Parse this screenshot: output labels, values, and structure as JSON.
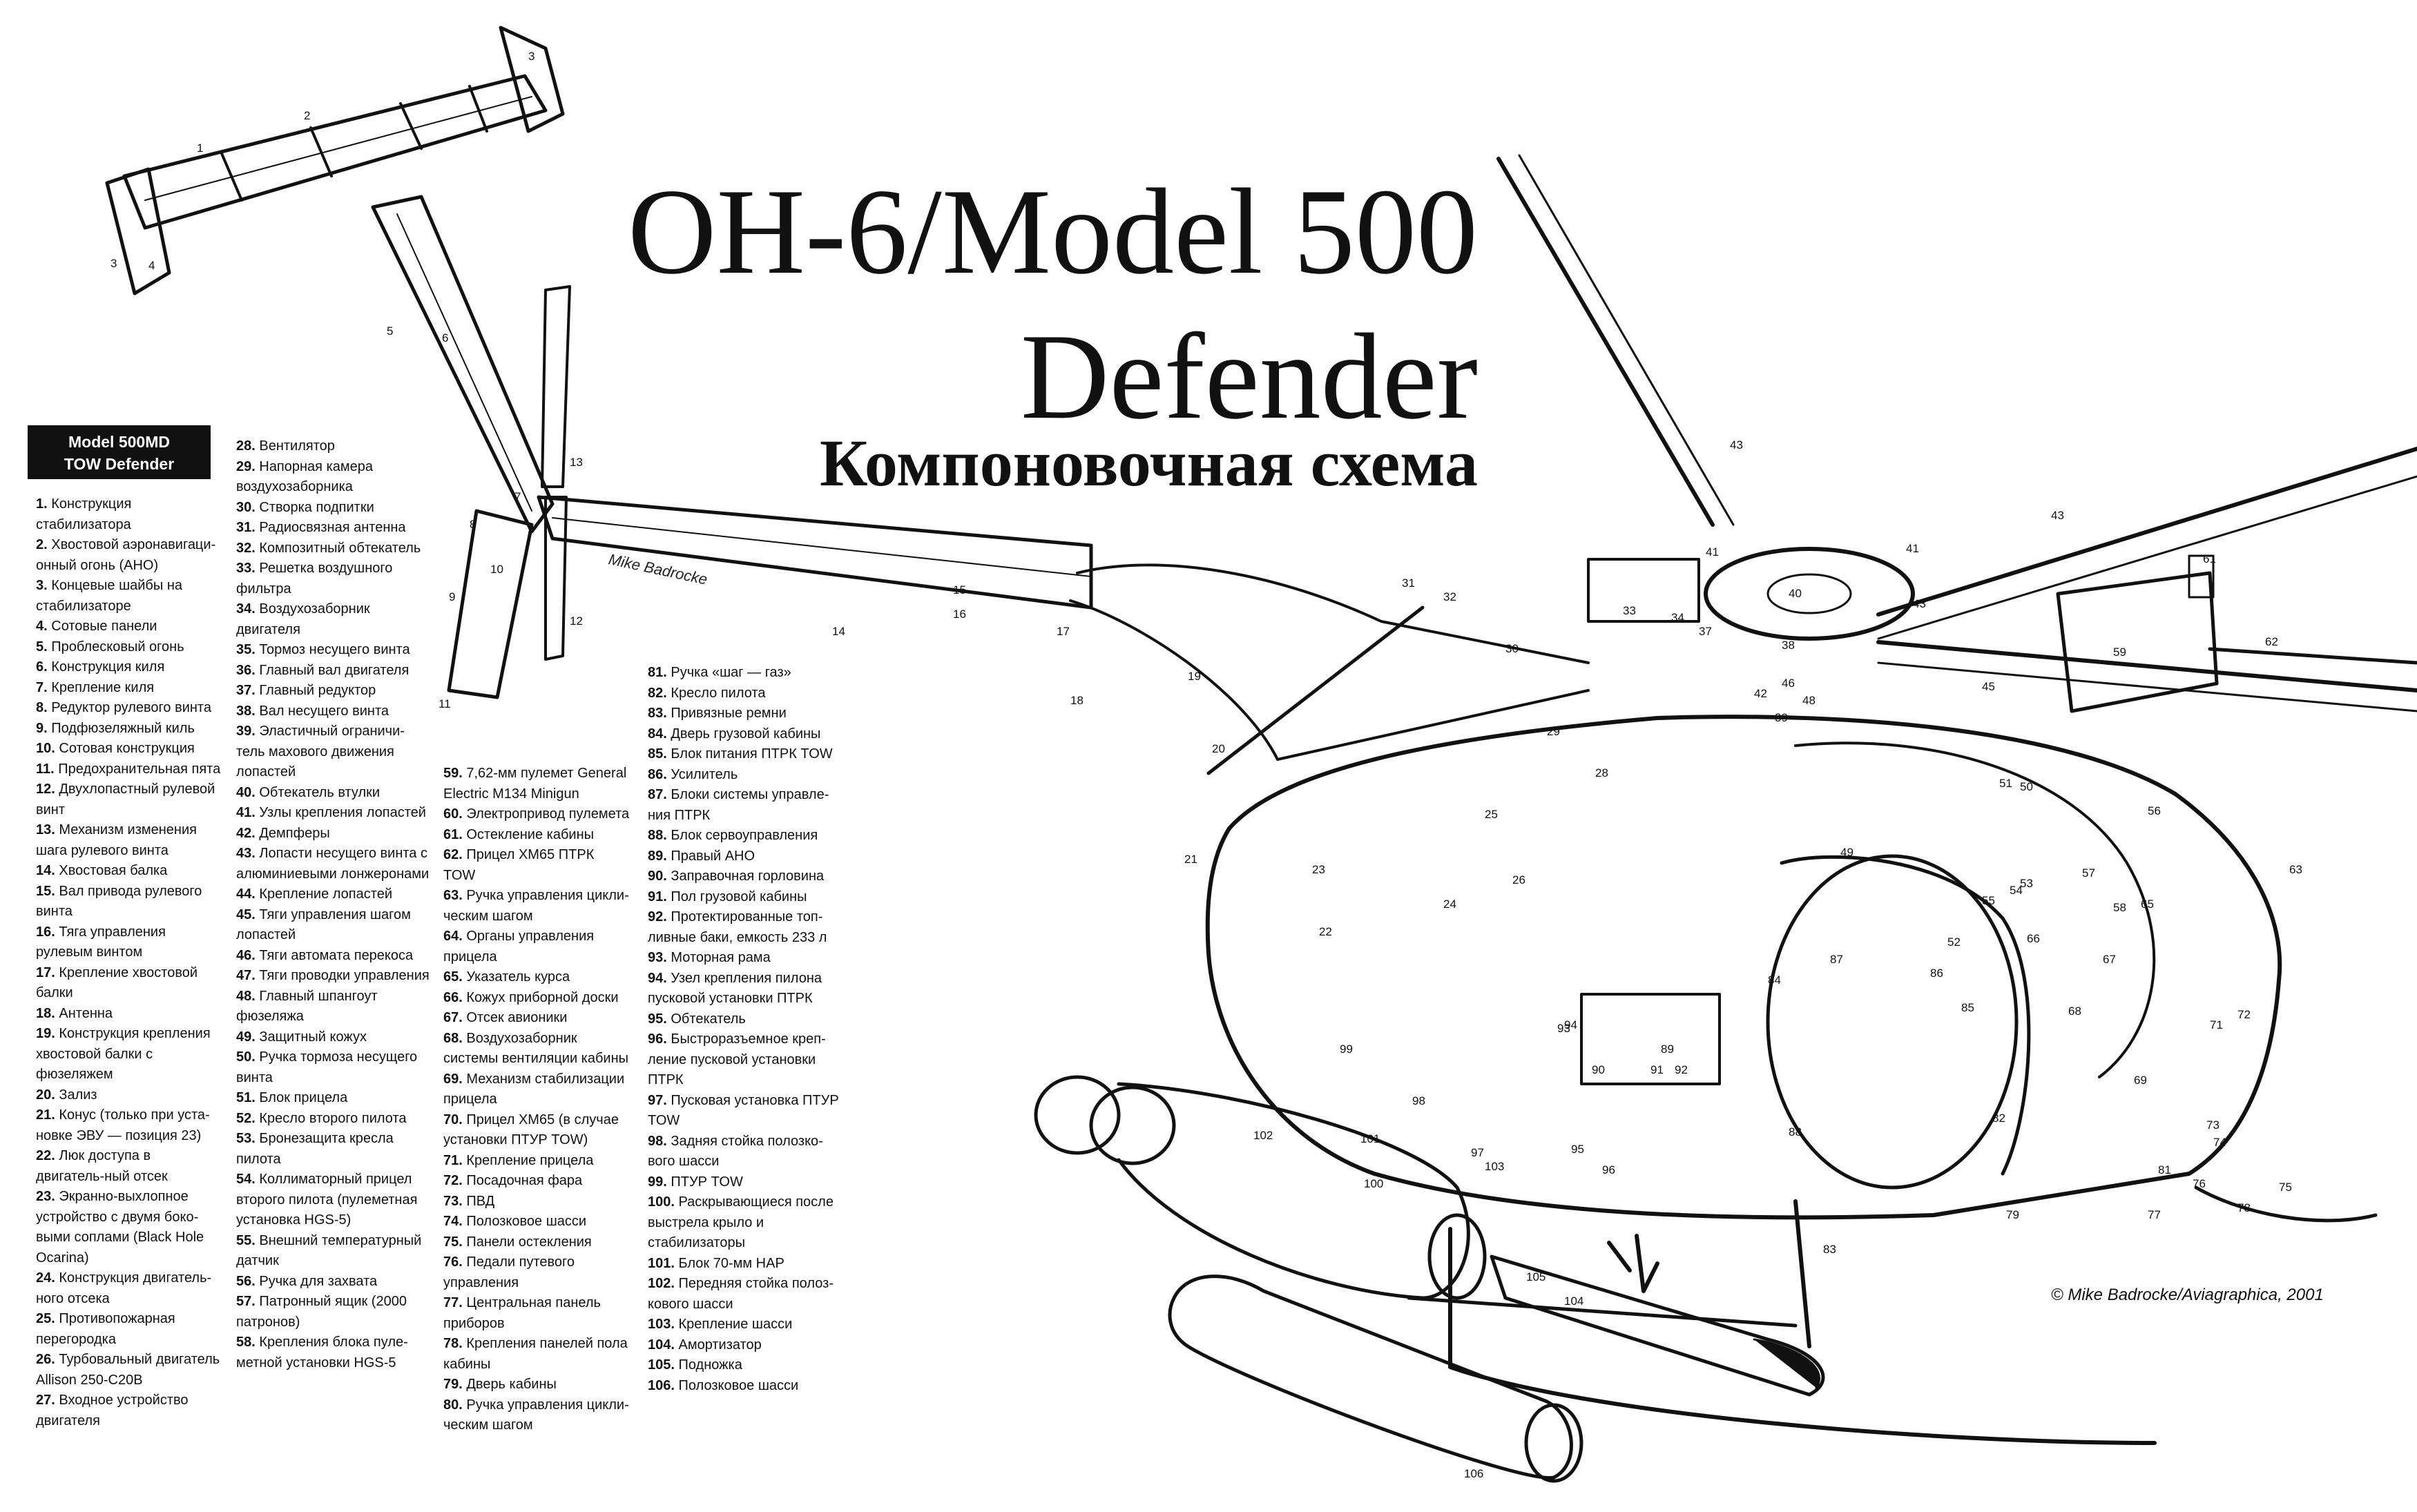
{
  "title_line1": "OH-6/Model 500",
  "title_line2": "Defender",
  "subtitle": "Компоновочная схема",
  "badge_line1": "Model 500MD",
  "badge_line2": "TOW Defender",
  "signature": "Mike Badrocke",
  "credit": "© Mike Badrocke/Aviagraphica, 2001",
  "legend_col1": [
    {
      "num": "1.",
      "text": "Конструкция стабилизатора"
    },
    {
      "num": "2.",
      "text": "Хвостовой аэронавигаци-онный огонь (АНО)"
    },
    {
      "num": "3.",
      "text": "Концевые шайбы на стабилизаторе"
    },
    {
      "num": "4.",
      "text": "Сотовые панели"
    },
    {
      "num": "5.",
      "text": "Проблесковый огонь"
    },
    {
      "num": "6.",
      "text": "Конструкция киля"
    },
    {
      "num": "7.",
      "text": "Крепление киля"
    },
    {
      "num": "8.",
      "text": "Редуктор рулевого винта"
    },
    {
      "num": "9.",
      "text": "Подфюзеляжный киль"
    },
    {
      "num": "10.",
      "text": "Сотовая конструкция"
    },
    {
      "num": "11.",
      "text": "Предохранительная пята"
    },
    {
      "num": "12.",
      "text": "Двухлопастный рулевой винт"
    },
    {
      "num": "13.",
      "text": "Механизм изменения шага рулевого винта"
    },
    {
      "num": "14.",
      "text": "Хвостовая балка"
    },
    {
      "num": "15.",
      "text": "Вал привода рулевого винта"
    },
    {
      "num": "16.",
      "text": "Тяга управления рулевым винтом"
    },
    {
      "num": "17.",
      "text": "Крепление хвостовой балки"
    },
    {
      "num": "18.",
      "text": "Антенна"
    },
    {
      "num": "19.",
      "text": "Конструкция крепления хвостовой балки с фюзеляжем"
    },
    {
      "num": "20.",
      "text": "Зализ"
    },
    {
      "num": "21.",
      "text": "Конус (только при уста-новке ЭВУ — позиция 23)"
    },
    {
      "num": "22.",
      "text": "Люк доступа в двигатель-ный отсек"
    },
    {
      "num": "23.",
      "text": "Экранно-выхлопное устройство с двумя боко-выми соплами (Black Hole Ocarina)"
    },
    {
      "num": "24.",
      "text": "Конструкция двигатель-ного отсека"
    },
    {
      "num": "25.",
      "text": "Противопожарная перегородка"
    },
    {
      "num": "26.",
      "text": "Турбовальный двигатель Allison 250-C20B"
    },
    {
      "num": "27.",
      "text": "Входное устройство двигателя"
    }
  ],
  "legend_col2": [
    {
      "num": "28.",
      "text": "Вентилятор"
    },
    {
      "num": "29.",
      "text": "Напорная камера воздухозаборника"
    },
    {
      "num": "30.",
      "text": "Створка подпитки"
    },
    {
      "num": "31.",
      "text": "Радиосвязная антенна"
    },
    {
      "num": "32.",
      "text": "Композитный обтекатель"
    },
    {
      "num": "33.",
      "text": "Решетка воздушного фильтра"
    },
    {
      "num": "34.",
      "text": "Воздухозаборник двигателя"
    },
    {
      "num": "35.",
      "text": "Тормоз несущего винта"
    },
    {
      "num": "36.",
      "text": "Главный вал двигателя"
    },
    {
      "num": "37.",
      "text": "Главный редуктор"
    },
    {
      "num": "38.",
      "text": "Вал несущего винта"
    },
    {
      "num": "39.",
      "text": "Эластичный ограничи-тель махового движения лопастей"
    },
    {
      "num": "40.",
      "text": "Обтекатель втулки"
    },
    {
      "num": "41.",
      "text": "Узлы крепления лопастей"
    },
    {
      "num": "42.",
      "text": "Демпферы"
    },
    {
      "num": "43.",
      "text": "Лопасти несущего винта с алюминиевыми лонжеронами"
    },
    {
      "num": "44.",
      "text": "Крепление лопастей"
    },
    {
      "num": "45.",
      "text": "Тяги управления шагом лопастей"
    },
    {
      "num": "46.",
      "text": "Тяги автомата перекоса"
    },
    {
      "num": "47.",
      "text": "Тяги проводки управления"
    },
    {
      "num": "48.",
      "text": "Главный шпангоут фюзеляжа"
    },
    {
      "num": "49.",
      "text": "Защитный кожух"
    },
    {
      "num": "50.",
      "text": "Ручка тормоза несущего винта"
    },
    {
      "num": "51.",
      "text": "Блок прицела"
    },
    {
      "num": "52.",
      "text": "Кресло второго пилота"
    },
    {
      "num": "53.",
      "text": "Бронезащита кресла пилота"
    },
    {
      "num": "54.",
      "text": "Коллиматорный прицел второго пилота (пулеметная установка HGS-5)"
    },
    {
      "num": "55.",
      "text": "Внешний температурный датчик"
    },
    {
      "num": "56.",
      "text": "Ручка для захвата"
    },
    {
      "num": "57.",
      "text": "Патронный ящик (2000 патронов)"
    },
    {
      "num": "58.",
      "text": "Крепления блока пуле-метной установки HGS-5"
    }
  ],
  "legend_col3": [
    {
      "num": "59.",
      "text": "7,62-мм пулемет General Electric M134 Minigun"
    },
    {
      "num": "60.",
      "text": "Электропривод пулемета"
    },
    {
      "num": "61.",
      "text": "Остекление кабины"
    },
    {
      "num": "62.",
      "text": "Прицел XM65 ПТРК TOW"
    },
    {
      "num": "63.",
      "text": "Ручка управления цикли-ческим шагом"
    },
    {
      "num": "64.",
      "text": "Органы управления прицела"
    },
    {
      "num": "65.",
      "text": "Указатель курса"
    },
    {
      "num": "66.",
      "text": "Кожух приборной доски"
    },
    {
      "num": "67.",
      "text": "Отсек авионики"
    },
    {
      "num": "68.",
      "text": "Воздухозаборник системы вентиляции кабины"
    },
    {
      "num": "69.",
      "text": "Механизм стабилизации прицела"
    },
    {
      "num": "70.",
      "text": "Прицел XM65 (в случае установки ПТУР TOW)"
    },
    {
      "num": "71.",
      "text": "Крепление прицела"
    },
    {
      "num": "72.",
      "text": "Посадочная фара"
    },
    {
      "num": "73.",
      "text": "ПВД"
    },
    {
      "num": "74.",
      "text": "Полозковое шасси"
    },
    {
      "num": "75.",
      "text": "Панели остекления"
    },
    {
      "num": "76.",
      "text": "Педали путевого управления"
    },
    {
      "num": "77.",
      "text": "Центральная панель приборов"
    },
    {
      "num": "78.",
      "text": "Крепления панелей пола кабины"
    },
    {
      "num": "79.",
      "text": "Дверь кабины"
    },
    {
      "num": "80.",
      "text": "Ручка управления цикли-ческим шагом"
    }
  ],
  "legend_col4": [
    {
      "num": "81.",
      "text": "Ручка «шаг — газ»"
    },
    {
      "num": "82.",
      "text": "Кресло пилота"
    },
    {
      "num": "83.",
      "text": "Привязные ремни"
    },
    {
      "num": "84.",
      "text": "Дверь грузовой кабины"
    },
    {
      "num": "85.",
      "text": "Блок питания ПТРК TOW"
    },
    {
      "num": "86.",
      "text": "Усилитель"
    },
    {
      "num": "87.",
      "text": "Блоки системы управле-ния ПТРК"
    },
    {
      "num": "88.",
      "text": "Блок сервоуправления"
    },
    {
      "num": "89.",
      "text": "Правый АНО"
    },
    {
      "num": "90.",
      "text": "Заправочная горловина"
    },
    {
      "num": "91.",
      "text": "Пол грузовой кабины"
    },
    {
      "num": "92.",
      "text": "Протектированные топ-ливные баки, емкость 233 л"
    },
    {
      "num": "93.",
      "text": "Моторная рама"
    },
    {
      "num": "94.",
      "text": "Узел крепления пилона пусковой установки ПТРК"
    },
    {
      "num": "95.",
      "text": "Обтекатель"
    },
    {
      "num": "96.",
      "text": "Быстроразъемное креп-ление пусковой установки ПТРК"
    },
    {
      "num": "97.",
      "text": "Пусковая установка ПТУР TOW"
    },
    {
      "num": "98.",
      "text": "Задняя стойка полозко-вого шасси"
    },
    {
      "num": "99.",
      "text": "ПТУР TOW"
    },
    {
      "num": "100.",
      "text": "Раскрывающиеся после выстрела крыло и стабилизаторы"
    },
    {
      "num": "101.",
      "text": "Блок 70-мм НАР"
    },
    {
      "num": "102.",
      "text": "Передняя стойка полоз-кового шасси"
    },
    {
      "num": "103.",
      "text": "Крепление шасси"
    },
    {
      "num": "104.",
      "text": "Амортизатор"
    },
    {
      "num": "105.",
      "text": "Подножка"
    },
    {
      "num": "106.",
      "text": "Полозковое шасси"
    }
  ],
  "callouts": [
    "1",
    "2",
    "3",
    "3",
    "4",
    "5",
    "6",
    "7",
    "8",
    "9",
    "10",
    "11",
    "12",
    "13",
    "14",
    "15",
    "16",
    "17",
    "18",
    "19",
    "20",
    "21",
    "22",
    "23",
    "24",
    "25",
    "26",
    "28",
    "29",
    "30",
    "31",
    "32",
    "33",
    "34",
    "37",
    "38",
    "39",
    "40",
    "41",
    "41",
    "42",
    "43",
    "43",
    "43",
    "45",
    "46",
    "48",
    "49",
    "50",
    "51",
    "52",
    "53",
    "54",
    "55",
    "56",
    "57",
    "58",
    "59",
    "61",
    "62",
    "63",
    "65",
    "66",
    "67",
    "68",
    "69",
    "71",
    "72",
    "73",
    "74",
    "75",
    "76",
    "77",
    "78",
    "79",
    "81",
    "82",
    "83",
    "84",
    "85",
    "86",
    "87",
    "88",
    "89",
    "90",
    "91",
    "92",
    "93",
    "94",
    "95",
    "96",
    "97",
    "98",
    "99",
    "100",
    "101",
    "102",
    "103",
    "104",
    "105",
    "106"
  ]
}
